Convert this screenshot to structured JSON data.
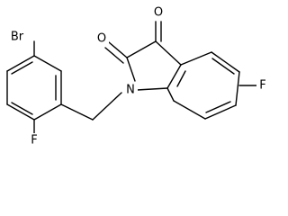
{
  "structure": {
    "atoms": {
      "br": "Br",
      "f_benzyl": "F",
      "n": "N",
      "o_c2": "O",
      "o_c3": "O",
      "f_indole": "F"
    }
  }
}
